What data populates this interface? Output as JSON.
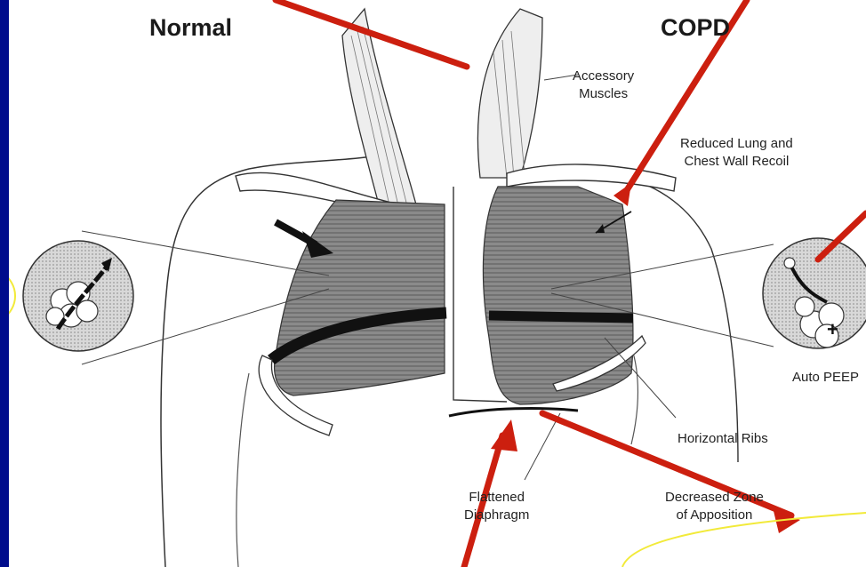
{
  "headers": {
    "left": "Normal",
    "right": "COPD"
  },
  "labels": {
    "accessory_muscles": [
      "Accessory",
      "Muscles"
    ],
    "reduced_recoil": [
      "Reduced Lung  and",
      "Chest Wall Recoil"
    ],
    "auto_peep": "Auto PEEP",
    "horizontal_ribs": "Horizontal Ribs",
    "flattened_diaphragm": [
      "Flattened",
      "Diaphragm"
    ],
    "decreased_zone": [
      "Decreased Zone",
      "of Apposition"
    ]
  },
  "colors": {
    "background": "#000c8c",
    "panel": "#ffffff",
    "annotation_arrow": "#cc1f0f",
    "highlight_outline": "#f2ea3a"
  }
}
